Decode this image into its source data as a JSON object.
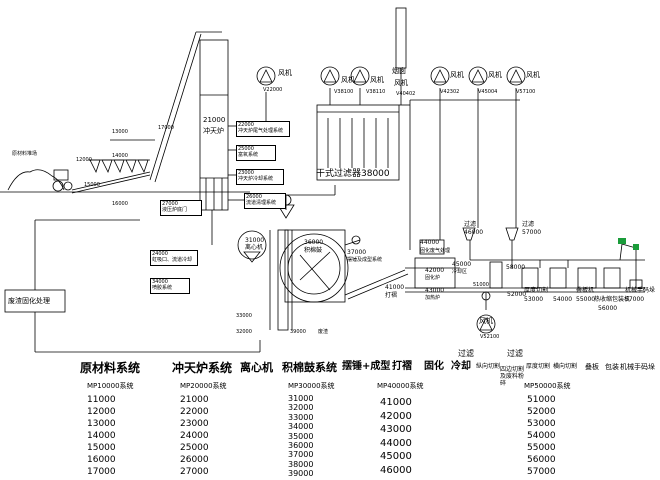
{
  "labels": {
    "raw_pile": "原材料堆场",
    "waste": "废渣固化处理",
    "cupola_code": "21000",
    "cupola_name": "冲天炉",
    "c22000": "22000",
    "t22000": "冲天炉尾气处理系统",
    "c25000": "25000",
    "t25000": "富氧系统",
    "c23000": "23000",
    "t23000": "冲天炉冷却系统",
    "c26000": "26000",
    "t26000": "流道清理系统",
    "c27000": "27000",
    "t27000": "液压炉底门",
    "c24000": "24000",
    "t24000": "虹吸口、流道冷却",
    "c34000": "34000",
    "t34000": "喷胶系统",
    "c31000": "31000",
    "t31000": "离心机",
    "c36000": "36000",
    "t36000": "积棉鼓",
    "c37000": "37000",
    "t37000": "摆锤及成型系统",
    "c41000": "41000",
    "t41000": "打褶",
    "c44000": "44000",
    "t44000": "固化废气处理",
    "c42000": "42000",
    "t42000": "固化炉",
    "c43000": "43000",
    "t43000": "加热炉",
    "c45000": "45000",
    "t45000": "冷却区",
    "c46000": "46000",
    "t46000": "过滤",
    "c57000": "57000",
    "t57000": "过滤",
    "c51000": "51000",
    "t51000": "纵向切割",
    "c52000": "52000",
    "t52000": "四边切割",
    "c58000": "58000",
    "t58000": "切边",
    "c53000": "53000",
    "t53000": "厚度切割",
    "c54000": "54000",
    "t54000": "横向切割",
    "c55000": "55000",
    "t55000": "叠板机",
    "c56000": "56000",
    "t56000": "热收缩包装机",
    "c57100": "57000",
    "t57100": "机械手码垛",
    "filter_name": "干式过滤器38000",
    "chimney": "烟囱",
    "waste_water": "废渣",
    "c13000": "13000",
    "c12000": "12000",
    "c14000": "14000",
    "c15000": "15000",
    "c16000": "16000",
    "c17000": "17000",
    "c35000": "33000",
    "c32000": "32000",
    "c39000": "39000",
    "fan": "风机",
    "fan_v1": "V22000",
    "fan_v2": "V38100",
    "fan_v3": "V38110",
    "fan_v4": "V40402",
    "fan_v5": "V42302",
    "fan_v6": "V45004",
    "fan_v7": "V57100",
    "fan_v8": "V52100"
  },
  "bottom": {
    "raw": {
      "title": "原材料系统",
      "sys": "MP10000系统",
      "items": [
        "11000",
        "12000",
        "13000",
        "14000",
        "15000",
        "16000",
        "17000"
      ]
    },
    "cupola": {
      "title": "冲天炉系统",
      "sys": "MP20000系统",
      "items": [
        "21000",
        "22000",
        "23000",
        "24000",
        "25000",
        "26000",
        "27000"
      ]
    },
    "centrifuge": {
      "title": "离心机"
    },
    "drum": {
      "title": "积棉鼓系统",
      "sys": "MP30000系统",
      "items": [
        "31000",
        "32000",
        "33000",
        "34000",
        "35000",
        "36000",
        "37000",
        "38000",
        "39000"
      ]
    },
    "pendulum": {
      "title": "摆锤+成型"
    },
    "pleat": {
      "title": "打褶"
    },
    "cure": {
      "title": "固化",
      "sys": "MP40000系统",
      "items": [
        "41000",
        "42000",
        "43000",
        "44000",
        "45000",
        "46000"
      ]
    },
    "cool": {
      "title": "冷却"
    },
    "filter1": {
      "title": "过滤"
    },
    "filter2": {
      "title": "过滤"
    },
    "saw": {
      "title": "纵向切割"
    },
    "edge": {
      "title": "四边切割及废料粉碎"
    },
    "cut": {
      "title": "MP50000系统",
      "items": [
        "51000",
        "52000",
        "53000",
        "54000",
        "55000",
        "56000",
        "57000"
      ]
    },
    "thick": {
      "title": "厚度切割"
    },
    "cross": {
      "title": "横向切割"
    },
    "stack": {
      "title": "叠板"
    },
    "pack": {
      "title": "包装"
    },
    "robot": {
      "title": "机械手码垛"
    }
  }
}
